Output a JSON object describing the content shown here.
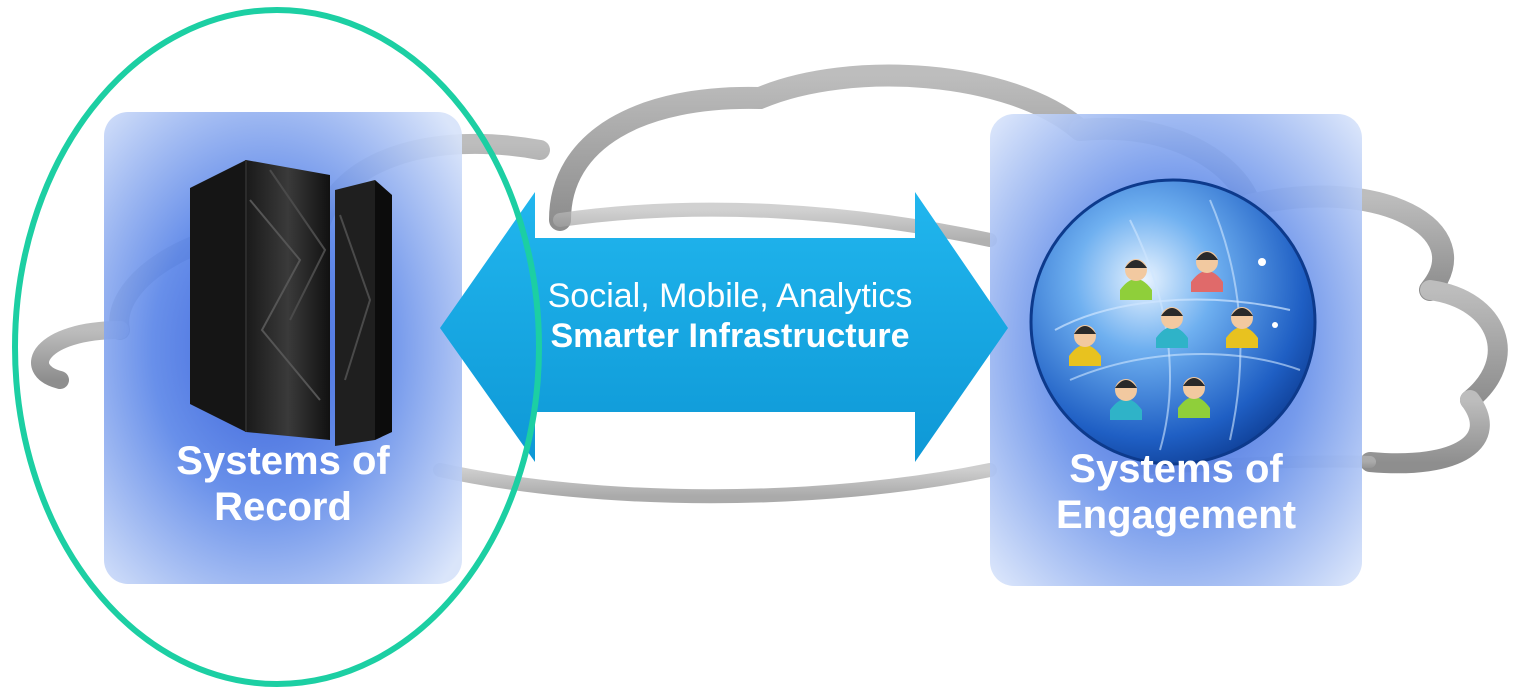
{
  "left_box": {
    "label_line1": "Systems of",
    "label_line2": "Record",
    "icon": "mainframe-server-icon"
  },
  "right_box": {
    "label_line1": "Systems of",
    "label_line2": "Engagement",
    "icon": "people-network-globe-icon"
  },
  "arrow": {
    "line1": "Social, Mobile, Analytics",
    "line2": "Smarter Infrastructure"
  },
  "background": {
    "icon": "cloud-outline-icon"
  },
  "highlight": {
    "icon": "highlight-ellipse"
  },
  "colors": {
    "box_blue": "#3a6fe0",
    "arrow_cyan": "#12a9e6",
    "highlight_green": "#1ccfa3",
    "cloud_gray": "#9a9a9a",
    "label_text": "#ffffff"
  }
}
